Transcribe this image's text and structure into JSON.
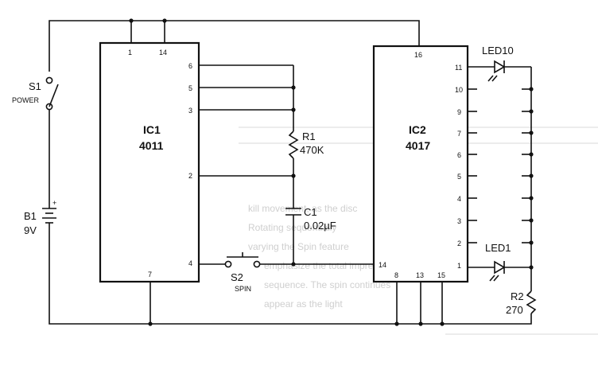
{
  "ic1": {
    "name": "IC1",
    "part": "4011",
    "pins": {
      "p1": "1",
      "p14": "14",
      "p6": "6",
      "p5": "5",
      "p3": "3",
      "p2": "2",
      "p4": "4",
      "p7": "7"
    }
  },
  "ic2": {
    "name": "IC2",
    "part": "4017",
    "pins": {
      "p16": "16",
      "p11": "11",
      "p10": "10",
      "p9": "9",
      "p7": "7",
      "p6": "6",
      "p5": "5",
      "p4": "4",
      "p3": "3",
      "p2": "2",
      "p1": "1",
      "p14": "14",
      "p8": "8",
      "p13": "13",
      "p15": "15"
    }
  },
  "s1": {
    "name": "S1",
    "caption": "POWER"
  },
  "s2": {
    "name": "S2",
    "caption": "SPIN"
  },
  "b1": {
    "name": "B1",
    "value": "9V"
  },
  "r1": {
    "name": "R1",
    "value": "470K"
  },
  "c1": {
    "name": "C1",
    "value": "0.02µF"
  },
  "r2": {
    "name": "R2",
    "value": "270"
  },
  "led10": {
    "name": "LED10"
  },
  "led1": {
    "name": "LED1"
  },
  "background_text": [
    "kill movement, as the disc",
    "Rotating sequentially",
    "varying the Spin feature",
    "emphasize the total impression",
    "sequence. The spin continues",
    "appear as the light"
  ]
}
